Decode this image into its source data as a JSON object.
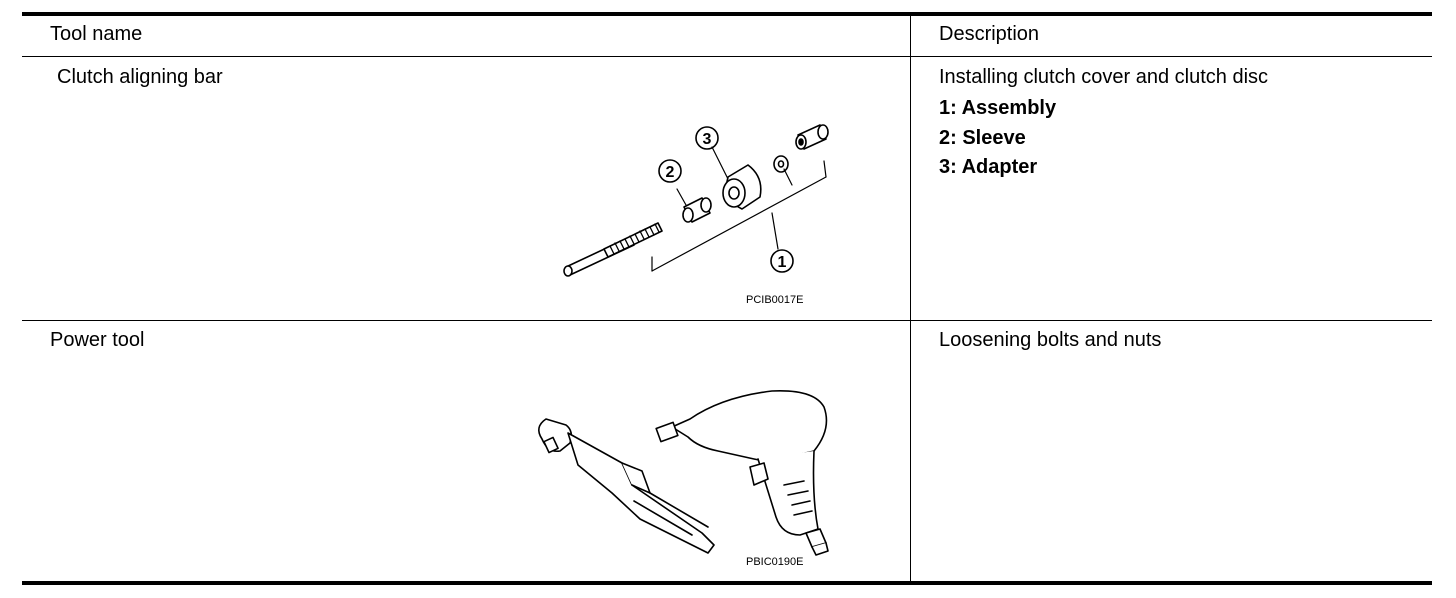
{
  "table": {
    "headers": [
      "Tool name",
      "Description"
    ],
    "rows": [
      {
        "tool_name": "Clutch aligning bar",
        "description": "Installing clutch cover and clutch disc",
        "parts": [
          "1: Assembly",
          "2: Sleeve",
          "3: Adapter"
        ],
        "figure": {
          "code": "PCIB0017E",
          "callouts": [
            "1",
            "2",
            "3"
          ]
        }
      },
      {
        "tool_name": "Power tool",
        "description": "Loosening bolts and nuts",
        "figure": {
          "code": "PBIC0190E"
        }
      }
    ]
  }
}
